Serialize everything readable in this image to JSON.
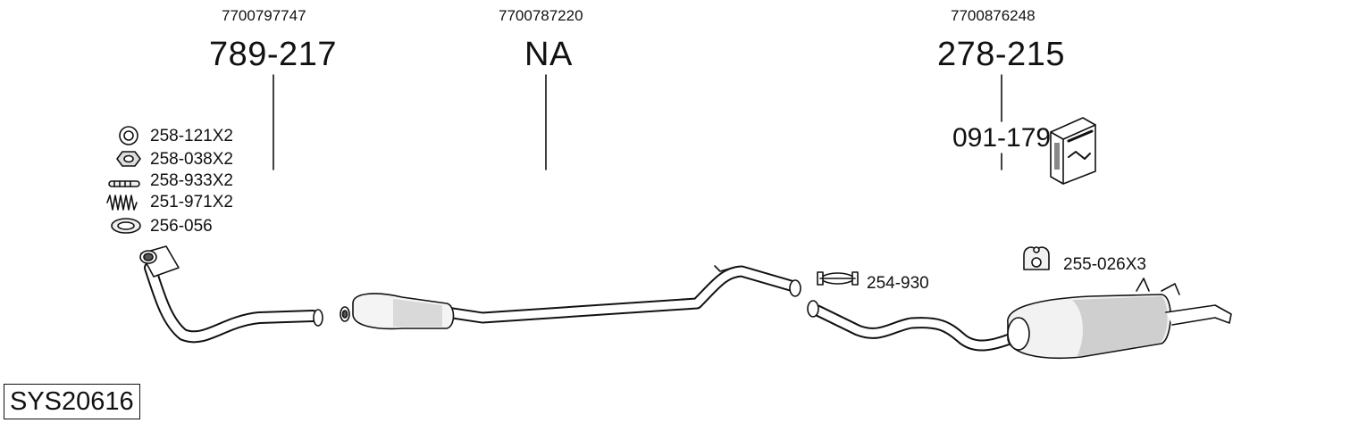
{
  "system_code": "SYS20616",
  "groups": [
    {
      "oe_number": "7700797747",
      "part_number": "789-217"
    },
    {
      "oe_number": "7700787220",
      "part_number": "NA"
    },
    {
      "oe_number": "7700876248",
      "part_number": "278-215",
      "sub_part_number": "091-179"
    }
  ],
  "fittings_left": [
    {
      "label": "258-121X2",
      "icon": "ring-gasket-icon"
    },
    {
      "label": "258-038X2",
      "icon": "nut-icon"
    },
    {
      "label": "258-933X2",
      "icon": "stud-icon"
    },
    {
      "label": "251-971X2",
      "icon": "spring-icon"
    },
    {
      "label": "256-056",
      "icon": "flange-gasket-icon"
    }
  ],
  "fittings_right": [
    {
      "label": "254-930",
      "icon": "clamp-icon"
    },
    {
      "label": "255-026X3",
      "icon": "rubber-hanger-icon"
    }
  ],
  "colors": {
    "line": "#111111",
    "pipe_fill": "#ffffff",
    "shade": "#bbbbbb"
  }
}
